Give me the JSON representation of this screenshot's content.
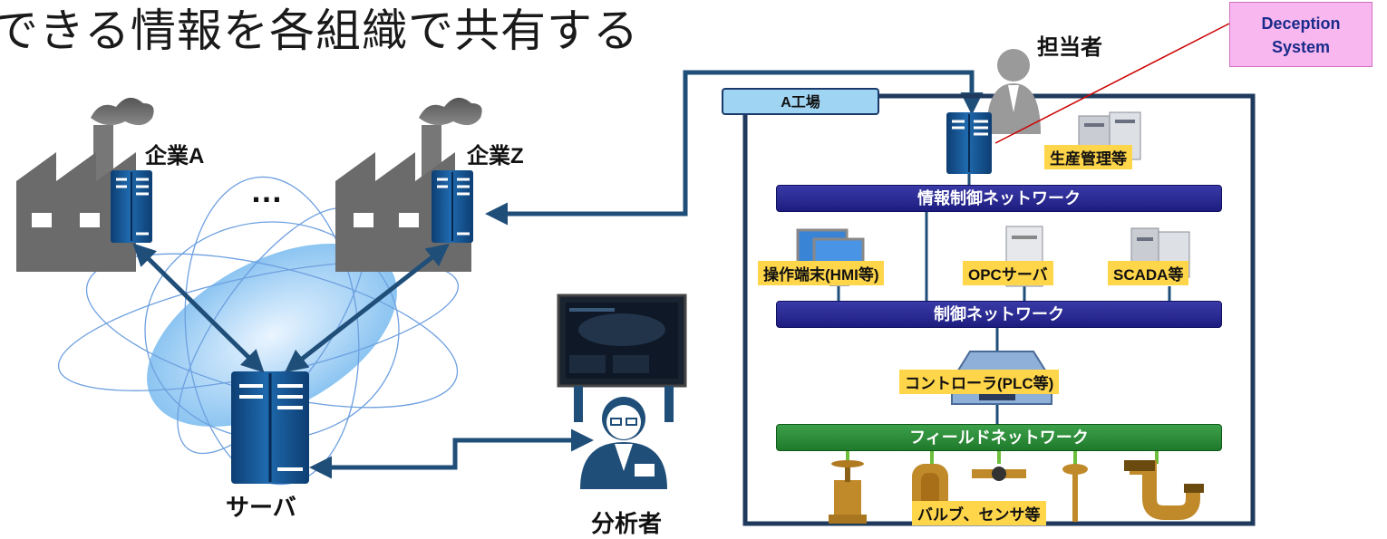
{
  "title": "できる情報を各組織で共有する",
  "companies": {
    "a": "企業A",
    "z": "企業Z",
    "ellipsis": "…"
  },
  "server_label": "サーバ",
  "analyst_label": "分析者",
  "person_label": "担当者",
  "deception": {
    "line1": "Deception",
    "line2": "System"
  },
  "factory": {
    "tag": "A工場",
    "production": "生産管理等",
    "info_network": "情報制御ネットワーク",
    "hmi": "操作端末(HMI等)",
    "opc": "OPCサーバ",
    "scada": "SCADA等",
    "control_network": "制御ネットワーク",
    "controller": "コントローラ(PLC等)",
    "field_network": "フィールドネットワーク",
    "devices": "バルブ、センサ等"
  },
  "colors": {
    "server": "#1f5c99",
    "arrow": "#1f4e79",
    "info_net": "#1d1d80",
    "field_net": "#1f7a2b",
    "label_bg": "#ffd54a",
    "deception_bg": "#f9b7f0",
    "factory_gray": "#6b6b6b"
  }
}
